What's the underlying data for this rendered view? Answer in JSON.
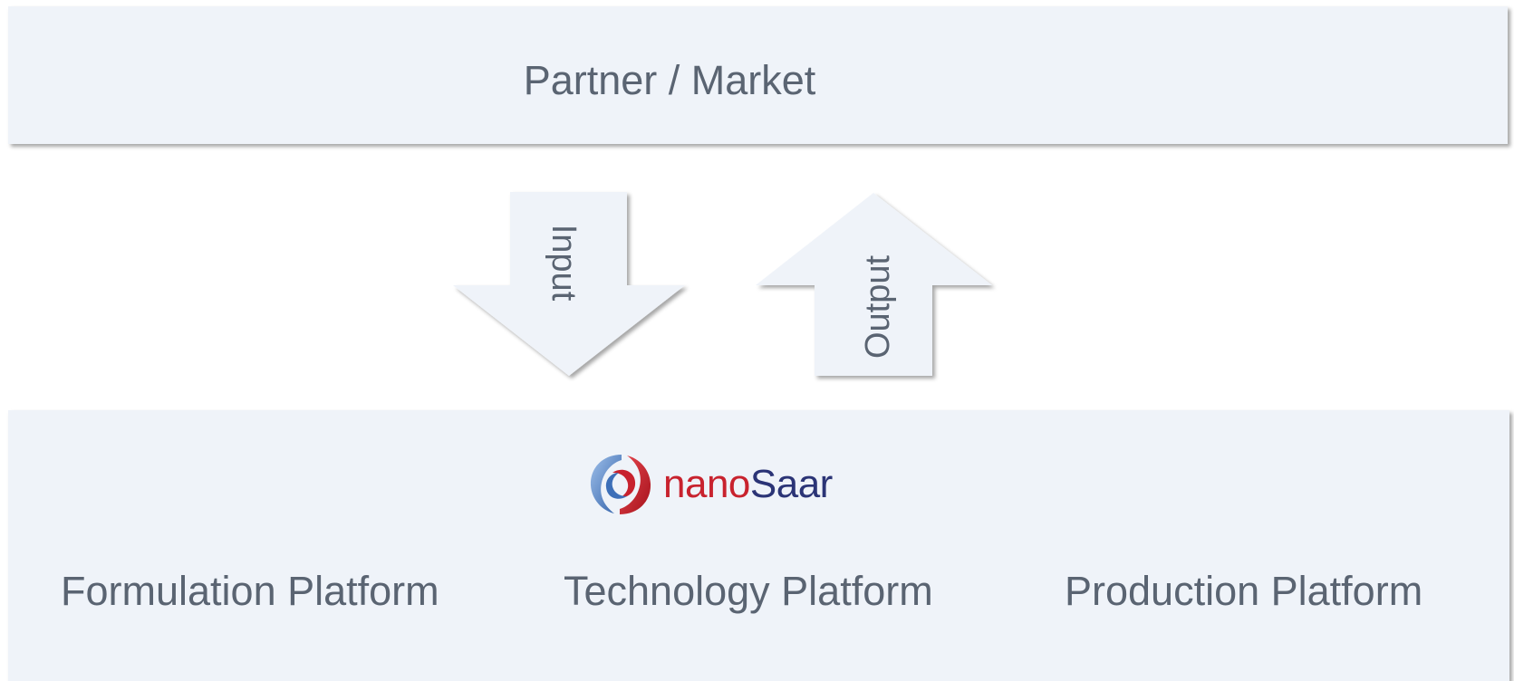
{
  "top_box": {
    "label": "Partner / Market"
  },
  "arrows": {
    "input_label": "Input",
    "output_label": "Output"
  },
  "logo": {
    "word_part1": "nano",
    "word_part2": "Saar",
    "colors": {
      "red": "#c8222e",
      "navy": "#2b3476",
      "blue": "#4e83c3"
    }
  },
  "platforms": [
    "Formulation Platform",
    "Technology Platform",
    "Production Platform"
  ],
  "colors": {
    "box_fill": "#eff3f9",
    "text": "#5a6472"
  }
}
